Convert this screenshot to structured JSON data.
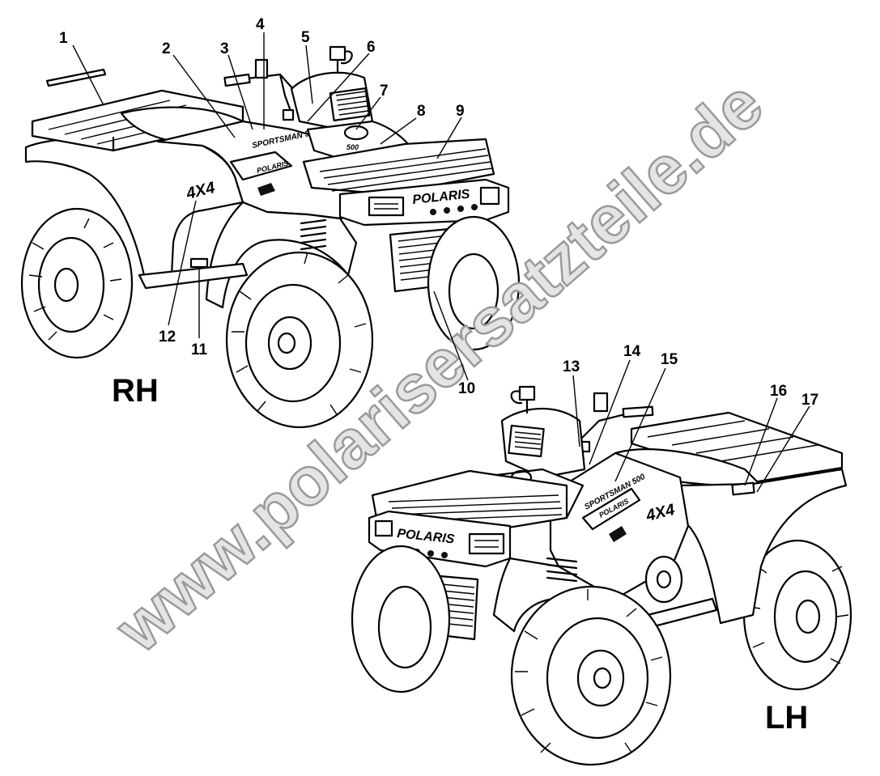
{
  "labels": {
    "right_side": "RH",
    "left_side": "LH",
    "watermark": "www.polarisersatzteile.de"
  },
  "decals": {
    "drive": "4X4",
    "brand": "POLARIS",
    "model": "SPORTSMAN 500",
    "engine": "500"
  },
  "callouts": [
    "1",
    "2",
    "3",
    "4",
    "5",
    "6",
    "7",
    "8",
    "9",
    "10",
    "11",
    "12",
    "13",
    "14",
    "15",
    "16",
    "17"
  ],
  "icons": {
    "rh_vehicle": "atv-right-side-drawing",
    "lh_vehicle": "atv-left-side-drawing"
  }
}
